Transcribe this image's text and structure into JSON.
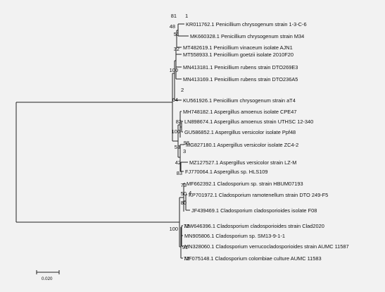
{
  "taxa": [
    "KR011762.1 Penicillium chrysogenum strain 1-3-C-6",
    "MK660328.1 Penicillium chrysogenum strain M34",
    "MT482619.1 Penicillium vinaceum isolate AJN1",
    "MT558933.1 Penicillium goetzii isolate 2010F20",
    "MN413181.1 Penicillium rubens strain DTO269E3",
    "MN413169.1 Penicillium rubens strain DTO236A5",
    "KU561926.1 Penicillium chrysogenum strain aT4",
    "MH748182.1 Aspergillus amoenus isolate CPE47",
    "LN898674.1 Aspergillus amoenus strain UTHSC 12-340",
    "GU586852.1 Aspergillus versicolor isolate Ppf48",
    "MG827180.1 Aspergillus versicolor isolate ZC4-2",
    "MZ127527.1 Aspergillus versicolor strain LZ-M",
    "FJ770064.1 Aspergillus sp. HLS109",
    "MF662392.1 Cladosporium sp. strain HBUM07193",
    "KP701972.1 Cladosporium ramotenellum strain DTO 249-F5",
    "JF439469.1 Cladosporium cladosporioides isolate F08",
    "MW646396.1 Cladosporium cladosporioides strain Clad2020",
    "MN905806.1 Cladosporium sp. SM13-9-1-1",
    "MN328060.1 Cladosporium verrucocladosporioides strain AUMC 11587",
    "MF075148.1 Cladosporium colombiae culture AUMC 11583"
  ],
  "support_values": [
    "81",
    "48",
    "51",
    "32",
    "100",
    "64",
    "82",
    "100",
    "98",
    "53",
    "42",
    "83",
    "73",
    "50",
    "80",
    "72",
    "100",
    "91",
    "72"
  ],
  "clade_labels": [
    "1",
    "2",
    "3",
    "4"
  ],
  "scale_bar": {
    "label": "0.020"
  }
}
